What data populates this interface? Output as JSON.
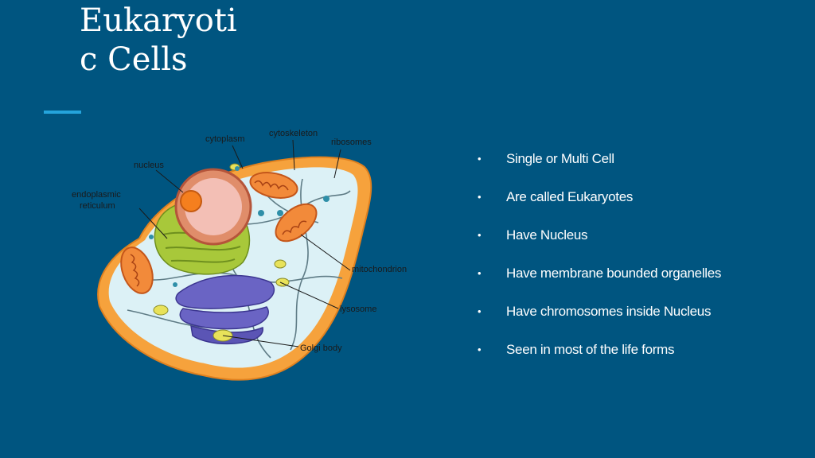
{
  "slide": {
    "title_line1": "Eukaryoti",
    "title_line2": "c Cells",
    "accent_color": "#25a4dc",
    "background_color": "#005580"
  },
  "diagram": {
    "labels": {
      "cytoplasm": "cytoplasm",
      "cytoskeleton": "cytoskeleton",
      "ribosomes": "ribosomes",
      "nucleus": "nucleus",
      "endoplasmic_line1": "endoplasmic",
      "endoplasmic_line2": "reticulum",
      "mitochondrion": "mitochondrion",
      "lysosome": "lysosome",
      "golgi": "Golgi body"
    }
  },
  "bullets": [
    {
      "marker": "•",
      "text": "Single or Multi Cell"
    },
    {
      "marker": "•",
      "text": "Are called Eukaryotes"
    },
    {
      "marker": "•",
      "text": "Have Nucleus"
    },
    {
      "marker": "•",
      "text": "Have membrane bounded organelles"
    },
    {
      "marker": "•",
      "text": "Have chromosomes inside Nucleus"
    },
    {
      "marker": "•",
      "text": "Seen in most of the life forms"
    }
  ]
}
